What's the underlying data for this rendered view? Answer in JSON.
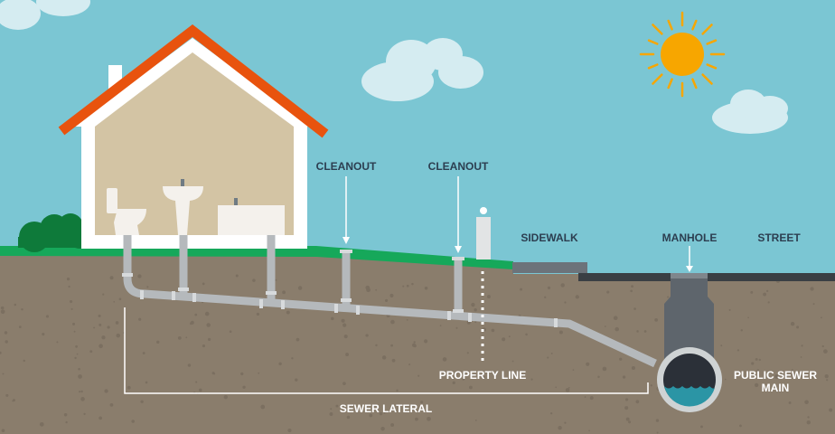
{
  "labels": {
    "cleanout_1": "CLEANOUT",
    "cleanout_2": "CLEANOUT",
    "sidewalk": "SIDEWALK",
    "manhole": "MANHOLE",
    "street": "STREET",
    "property_line": "PROPERTY LINE",
    "sewer_lateral": "SEWER LATERAL",
    "public_sewer_main_line1": "PUBLIC SEWER",
    "public_sewer_main_line2": "MAIN"
  },
  "colors": {
    "sky": "#7bc6d3",
    "ground": "#8a7d6c",
    "grass": "#16a85a",
    "roof": "#e8530e",
    "pipe": "#b5b9bc",
    "sun": "#f7a600",
    "water": "#2b95a5"
  }
}
